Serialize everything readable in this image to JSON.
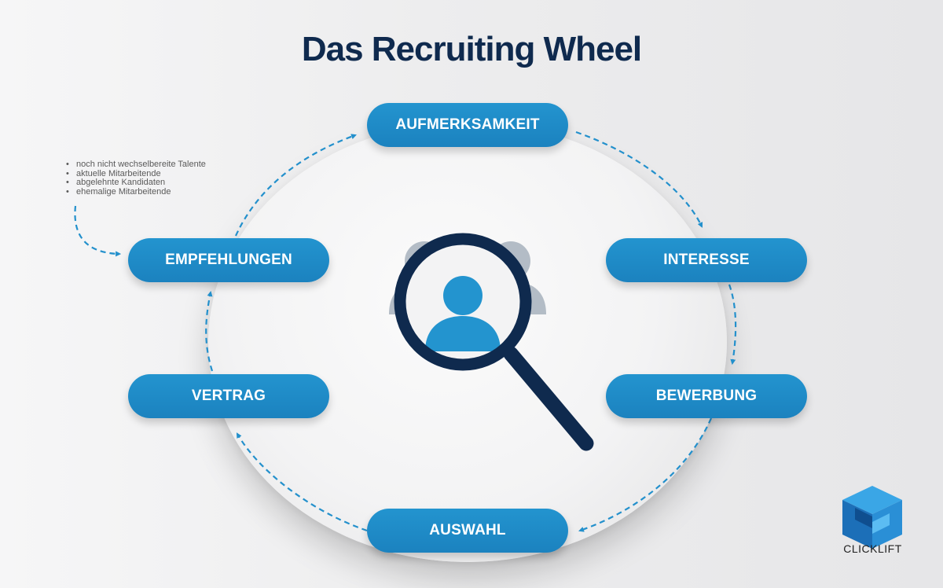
{
  "title": "Das Recruiting Wheel",
  "steps": {
    "aufmerksamkeit": "AUFMERKSAMKEIT",
    "interesse": "INTERESSE",
    "bewerbung": "BEWERBUNG",
    "auswahl": "AUSWAHL",
    "vertrag": "VERTRAG",
    "empfehlungen": "EMPFEHLUNGEN"
  },
  "notes": [
    "noch nicht wechselbereite Talente",
    "aktuelle Mitarbeitende",
    "abgelehnte Kandidaten",
    "ehemalige Mitarbeitende"
  ],
  "brand": {
    "name": "CLICKLIFT"
  },
  "colors": {
    "title": "#0f2a4e",
    "pill": "#1b8ac7",
    "arrow": "#2390cc",
    "magnifier": "#0f2a4e",
    "person_back": "#b3bcc6"
  },
  "icons": [
    "magnifier-icon",
    "person-icon",
    "people-icon",
    "clicklift-logo-icon"
  ]
}
